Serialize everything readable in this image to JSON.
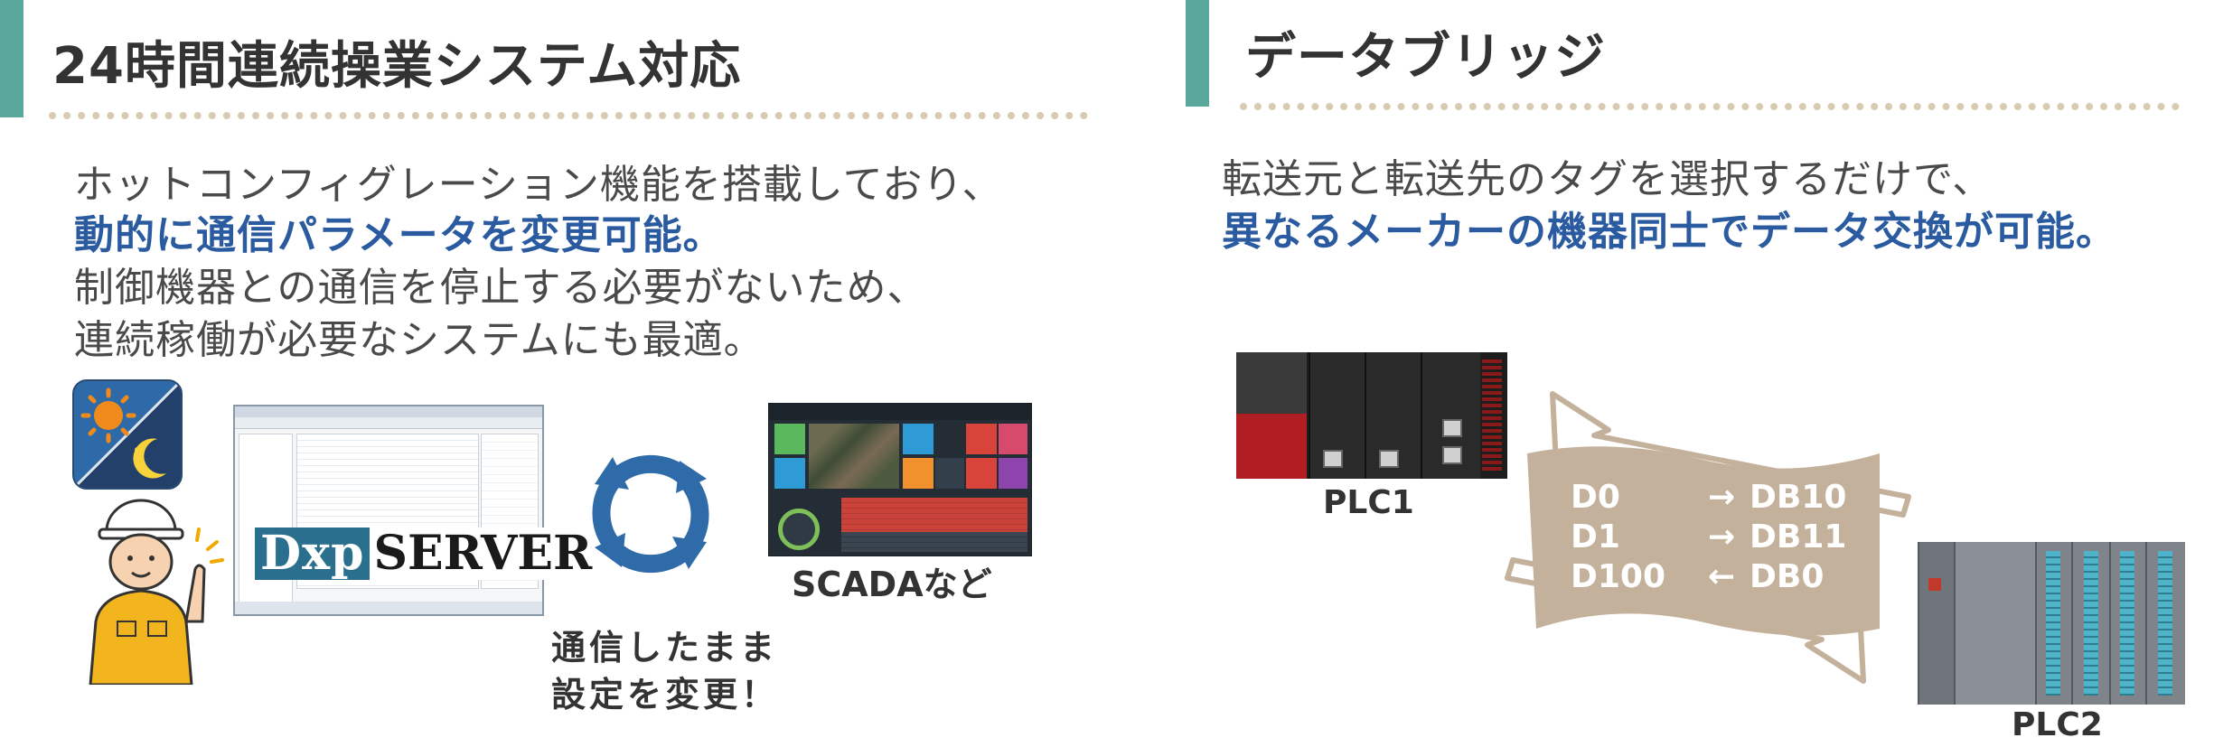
{
  "left": {
    "heading": "24時間連続操業システム対応",
    "lines": [
      "ホットコンフィグレーション機能を搭載しており、",
      "動的に通信パラメータを変更可能。",
      "制御機器との通信を停止する必要がないため、",
      "連続稼働が必要なシステムにも最適。"
    ],
    "logo_dxp": "Dxp",
    "logo_server": "SERVER",
    "scada_label": "SCADAなど",
    "note_line1": "通信したまま",
    "note_line2": "設定を変更！"
  },
  "right": {
    "heading": "データブリッジ",
    "lines": [
      "転送元と転送先のタグを選択するだけで、",
      "異なるメーカーの機器同士でデータ交換が可能。"
    ],
    "plc1_label": "PLC1",
    "plc2_label": "PLC2",
    "mapping": [
      {
        "from": "D0",
        "dir": "→",
        "to": "DB10"
      },
      {
        "from": "D1",
        "dir": "→",
        "to": "DB11"
      },
      {
        "from": "D100",
        "dir": "←",
        "to": "DB0"
      }
    ]
  },
  "colors": {
    "accent": "#5aa89c",
    "highlight": "#2a5aa0",
    "sync_blue": "#2f6ba8",
    "bridge_fill": "#c4b19b"
  }
}
